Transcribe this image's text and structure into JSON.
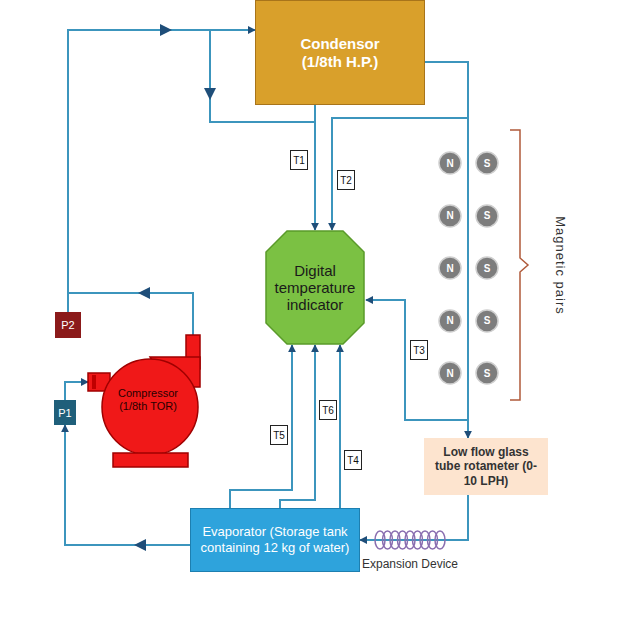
{
  "diagram": {
    "nodes": [
      {
        "text": [
          "Condensor (1/8th H.P.)"
        ]
      },
      {
        "text": [
          "T1"
        ]
      },
      {
        "text": [
          "T2"
        ]
      },
      {
        "text": [
          "N"
        ]
      },
      {
        "text": [
          "S"
        ]
      },
      {
        "text": [
          "N"
        ]
      },
      {
        "text": [
          "S"
        ]
      },
      {
        "text": [
          "N"
        ]
      },
      {
        "text": [
          "S"
        ]
      },
      {
        "text": [
          "N"
        ]
      },
      {
        "text": [
          "S"
        ]
      },
      {
        "text": [
          "N"
        ]
      },
      {
        "text": [
          "S"
        ]
      },
      {
        "text": [
          "Digital temperature indicator"
        ]
      },
      {
        "text": [
          "P2"
        ]
      },
      {
        "text": [
          "Compressor (1/8th TOR)"
        ]
      },
      {
        "text": [
          "T3"
        ]
      },
      {
        "text": [
          "P1"
        ]
      },
      {
        "text": [
          "T5"
        ]
      },
      {
        "text": [
          "T6"
        ]
      },
      {
        "text": [
          "T4"
        ]
      },
      {
        "text": [
          "Low flow glass tube rotameter (0-10 LPH)"
        ]
      },
      {
        "text": [
          "Evaporator (Storage tank containing 12 kg of water)"
        ]
      }
    ],
    "edges": [
      {
        "from": 15,
        "to": 0,
        "arrow": "to"
      },
      {
        "from": 0,
        "to": 21,
        "arrow": "to"
      },
      {
        "from": 21,
        "to": 22,
        "arrow": "to"
      },
      {
        "from": 22,
        "to": 17,
        "arrow": "to"
      },
      {
        "from": 17,
        "to": 15,
        "arrow": "to"
      },
      {
        "from": 0,
        "to": 13,
        "arrow": "to"
      },
      {
        "from": 22,
        "to": 13,
        "arrow": "to"
      },
      {
        "from": 22,
        "to": 13,
        "arrow": "to"
      },
      {
        "from": 22,
        "to": 13,
        "arrow": "to"
      }
    ],
    "labels": [
      "Expansion Device",
      "Magnetic pairs"
    ]
  }
}
